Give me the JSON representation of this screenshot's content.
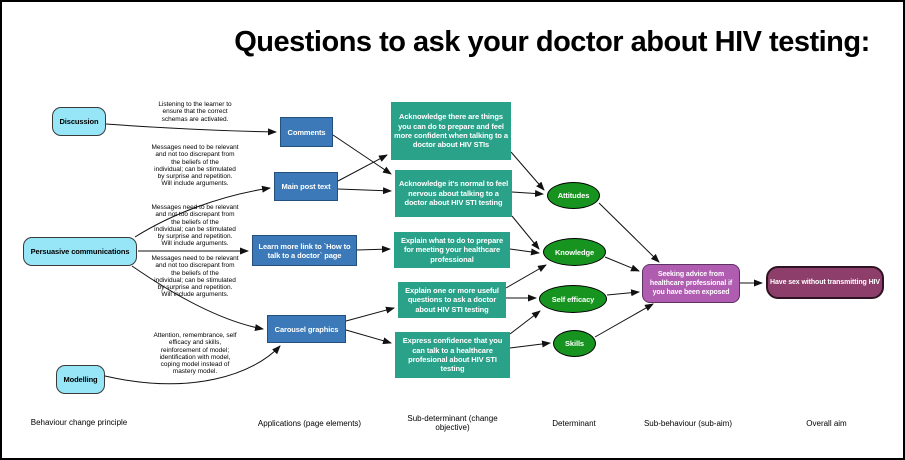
{
  "title": "Questions to ask your doctor about HIV testing:",
  "principles": {
    "discussion": "Discussion",
    "persuasive": "Persuasive communications",
    "modelling": "Modelling"
  },
  "applications": {
    "comments": "Comments",
    "main_post": "Main post text",
    "learn_more": "Learn more link to `How to talk to a doctor` page",
    "carousel": "Carousel graphics"
  },
  "sub_determinants": {
    "prepare_confident": "Acknowledge there are things you can do to prepare and feel more confident when talking to a doctor about HIV STIs",
    "normal_nervous": "Acknowledge it's normal to feel nervous about talking to a doctor about HIV STI testing",
    "what_to_do": "Explain what to do to prepare for meeting your healthcare professional",
    "useful_questions": "Explain one or more useful questions to ask a doctor about HIV STI testing",
    "express_confidence": "Express confidence that you can talk to a healthcare profesional about HIV STI testing"
  },
  "determinants": {
    "attitudes": "Attitudes",
    "knowledge": "Knowledge",
    "self_efficacy": "Self efficacy",
    "skills": "Skills"
  },
  "sub_behaviour": "Seeking advice from healthcare professional if you have been exposed",
  "overall_aim": "Have sex without transmitting HIV",
  "annotations": {
    "listening": [
      "Listening to the learner to",
      "ensure that the correct",
      "schemas are activated."
    ],
    "messages": [
      "Messages need to be relevant",
      "and not too discrepant from",
      "the beliefs of the",
      "individual; can be stimulated",
      "by surprise and repetition.",
      "Will include arguments."
    ],
    "modelling_note": [
      "Attention, remembrance, self",
      "efficacy and skills,",
      "reinforcement of model;",
      "identification with model,",
      "coping model instead of",
      "mastery model."
    ]
  },
  "column_labels": {
    "behaviour_change_principle": "Behaviour change principle",
    "applications": "Applications (page elements)",
    "sub_determinant": "Sub-determinant (change objective)",
    "determinant": "Determinant",
    "sub_behaviour": "Sub-behaviour (sub-aim)",
    "overall_aim": "Overall aim"
  },
  "colors": {
    "principle_fill": "#96E6F8",
    "application_fill": "#3B79B8",
    "objective_fill": "#2AA189",
    "determinant_fill": "#17941F",
    "sub_behaviour_fill": "#AF5CB1",
    "overall_aim_fill": "#8E3E6B",
    "connector": "#111111"
  }
}
